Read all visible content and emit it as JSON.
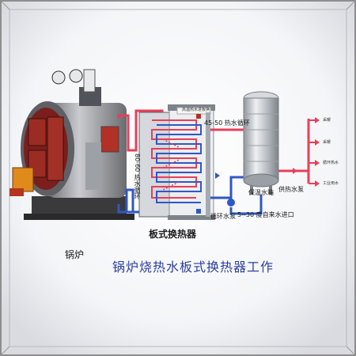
{
  "caption": "锅炉烧热水板式换热器工作",
  "boiler_label": "锅炉",
  "heat_exchanger_label": "板式换热器",
  "hot_loop_label": "45-50 热水循环",
  "boiler_loop_label": "80-60 热水循环",
  "storage_tank_label": "保温水箱",
  "circ_pump_label": "循环水泵",
  "supply_pump_label": "供热水泵",
  "inlet_label": "5--30 度自来水进口",
  "hx_top_tag": "高温热水进板换",
  "outputs": [
    "采暖",
    "采暖",
    "循环热水",
    "工业用水"
  ],
  "colors": {
    "hot_pipe": "#e83f59",
    "cold_pipe": "#2f57c6",
    "caption": "#2b3f9e",
    "frame_border": "#8e8e8e",
    "tank_steel": "#c2c6cc"
  }
}
